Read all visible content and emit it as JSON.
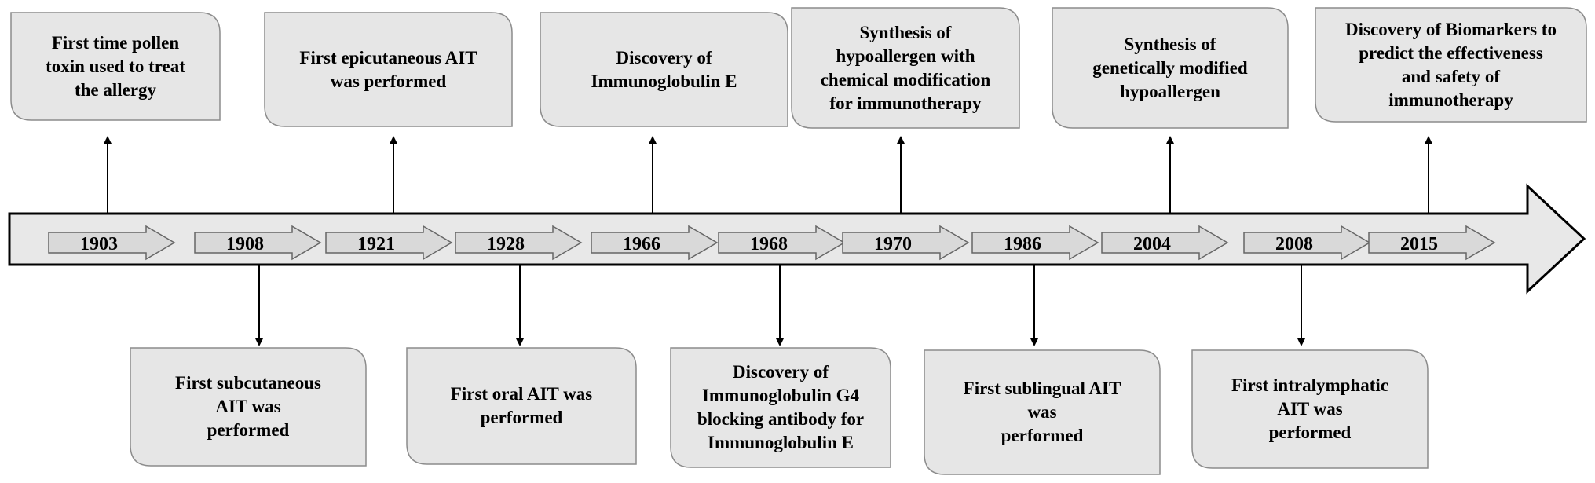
{
  "timeline": {
    "years": [
      "1903",
      "1908",
      "1921",
      "1928",
      "1966",
      "1968",
      "1970",
      "1986",
      "2004",
      "2008",
      "2015"
    ]
  },
  "events_top": [
    {
      "year": "1903",
      "text": "First time pollen\ntoxin used to treat\nthe allergy"
    },
    {
      "year": "1921",
      "text": "First epicutaneous AIT\nwas performed"
    },
    {
      "year": "1966",
      "text": "Discovery of\nImmunoglobulin E"
    },
    {
      "year": "1970",
      "text": "Synthesis of\nhypoallergen with\nchemical modification\nfor immunotherapy"
    },
    {
      "year": "2004",
      "text": "Synthesis of\ngenetically modified\nhypoallergen"
    },
    {
      "year": "2015",
      "text": "Discovery of Biomarkers to\npredict the effectiveness\nand safety of\nimmunotherapy"
    }
  ],
  "events_bottom": [
    {
      "year": "1908",
      "text": "First subcutaneous\nAIT was\nperformed"
    },
    {
      "year": "1928",
      "text": "First oral AIT was\nperformed"
    },
    {
      "year": "1968",
      "text": "Discovery of\nImmunoglobulin G4\nblocking antibody for\nImmunoglobulin E"
    },
    {
      "year": "1986",
      "text": "First sublingual AIT\nwas\nperformed"
    },
    {
      "year": "2008",
      "text": "First intralymphatic\nAIT was\nperformed"
    }
  ],
  "colors": {
    "box_fill": "#e6e6e6",
    "box_stroke": "#8c8c8c",
    "arrow_fill": "#e8e8e8",
    "year_arrow_fill": "#d9d9d9",
    "line": "#000000"
  }
}
